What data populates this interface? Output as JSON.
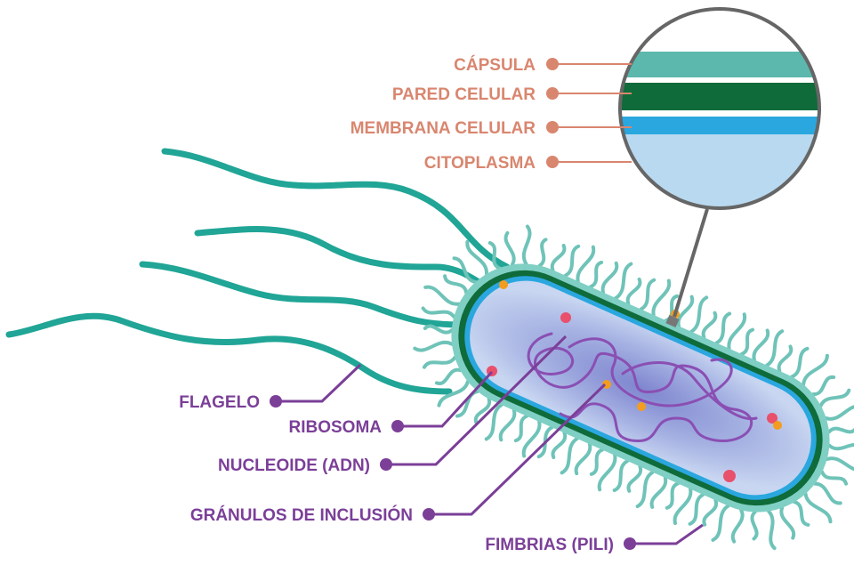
{
  "diagram": {
    "layer_labels": [
      {
        "key": "capsula",
        "text": "CÁPSULA"
      },
      {
        "key": "pared",
        "text": "PARED CELULAR"
      },
      {
        "key": "membrana",
        "text": "MEMBRANA CELULAR"
      },
      {
        "key": "citoplasma",
        "text": "CITOPLASMA"
      }
    ],
    "structure_labels": [
      {
        "key": "flagelo",
        "text": "FLAGELO"
      },
      {
        "key": "ribosoma",
        "text": "RIBOSOMA"
      },
      {
        "key": "nucleoide",
        "text": "NUCLEOIDE  (ADN)"
      },
      {
        "key": "granulos",
        "text": "GRÁNULOS DE INCLUSIÓN"
      },
      {
        "key": "fimbrias",
        "text": "FIMBRIAS (PILI)"
      }
    ]
  },
  "colors": {
    "layer_label": "#d9866f",
    "structure_label": "#7b3f98",
    "capsule_teal": "#5cb8ad",
    "wall_green": "#0f6b3a",
    "membrane_blue": "#2aa7df",
    "cytoplasm_blue": "#b8d9f0",
    "nucleoid_purple": "#8a4fb3",
    "granule_orange": "#f39c1f",
    "ribosome_pink": "#e8506b"
  }
}
